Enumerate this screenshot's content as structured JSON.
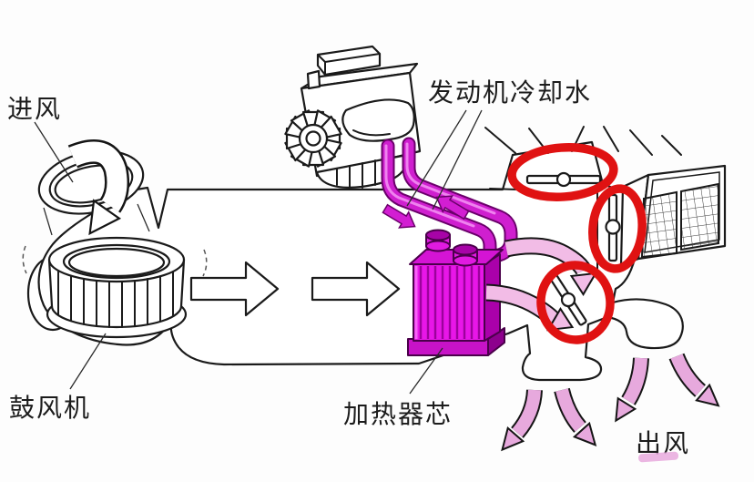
{
  "diagram": {
    "type": "automotive-heater-airflow-schematic",
    "labels": {
      "air_inlet": "进风",
      "blower": "鼓风机",
      "engine_coolant": "发动机冷却水",
      "heater_core": "加热器芯",
      "air_outlet": "出风"
    },
    "colors": {
      "heater_core_magenta": "#e816e8",
      "pipe_magenta": "#cf1fcf",
      "warm_air_pink": "#e7a9dd",
      "pale_air_pink": "#f2bce6",
      "highlight_red": "#e01212",
      "outline_black": "#1a1a1a",
      "background": "#fdfdfd"
    },
    "highlight_circle_count": 3
  }
}
